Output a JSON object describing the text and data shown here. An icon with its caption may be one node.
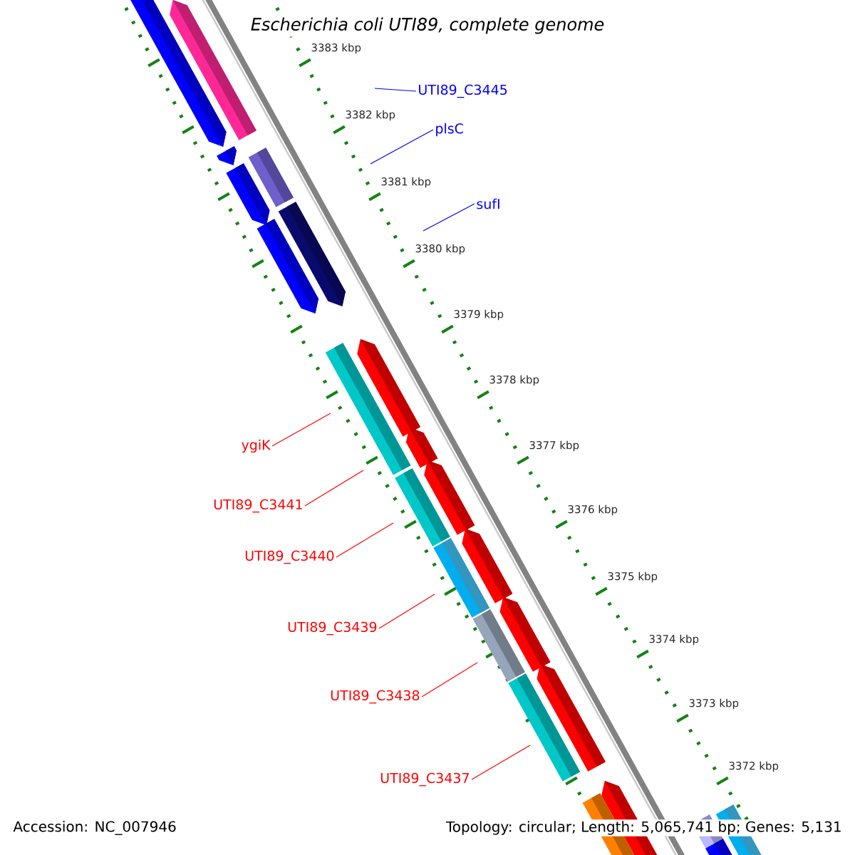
{
  "diagram": {
    "title": "Escherichia coli UTI89, complete genome",
    "nodes": [
      {
        "text": [
          "UTI89_C3445"
        ]
      },
      {
        "text": [
          "plsC"
        ]
      },
      {
        "text": [
          "sufI"
        ]
      },
      {
        "text": [
          "ygiK"
        ]
      },
      {
        "text": [
          "UTI89_C3441"
        ]
      },
      {
        "text": [
          "UTI89_C3440"
        ]
      },
      {
        "text": [
          "UTI89_C3439"
        ]
      },
      {
        "text": [
          "UTI89_C3438"
        ]
      },
      {
        "text": [
          "UTI89_C3437"
        ]
      }
    ],
    "edges": [
      {
        "from": 0,
        "to": null,
        "arrow": "none",
        "color": "#0000ff"
      },
      {
        "from": 1,
        "to": null,
        "arrow": "none",
        "color": "#0000ff"
      },
      {
        "from": 2,
        "to": null,
        "arrow": "none",
        "color": "#0000ff"
      },
      {
        "from": 3,
        "to": null,
        "arrow": "none"
      },
      {
        "from": 4,
        "to": null,
        "arrow": "none"
      },
      {
        "from": 5,
        "to": null,
        "arrow": "none"
      },
      {
        "from": 6,
        "to": null,
        "arrow": "none"
      },
      {
        "from": 7,
        "to": null,
        "arrow": "none"
      },
      {
        "from": 8,
        "to": null,
        "arrow": "none"
      }
    ],
    "labels": [
      "3383 kbp",
      "3382 kbp",
      "3381 kbp",
      "3380 kbp",
      "3379 kbp",
      "3378 kbp",
      "3377 kbp",
      "3376 kbp",
      "3375 kbp",
      "3374 kbp",
      "3373 kbp",
      "3372 kbp",
      "Accession: NC_007946",
      "Topology: circular; Length: 5,065,741 bp; Genes: 5,131"
    ]
  }
}
